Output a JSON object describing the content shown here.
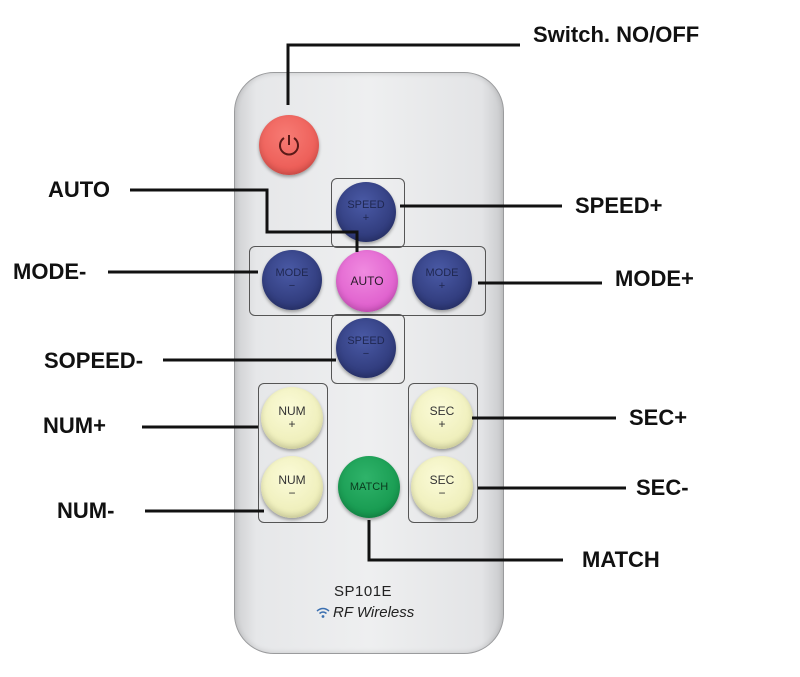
{
  "labels": {
    "switch": "Switch. NO/OFF",
    "auto": "AUTO",
    "speed_plus": "SPEED+",
    "mode_minus": "MODE-",
    "mode_plus": "MODE+",
    "sopeed_minus": "SOPEED-",
    "num_plus": "NUM+",
    "sec_plus": "SEC+",
    "num_minus": "NUM-",
    "sec_minus": "SEC-",
    "match": "MATCH"
  },
  "buttons": {
    "speed_up": {
      "top": "SPEED",
      "bottom": "+"
    },
    "speed_down": {
      "top": "SPEED",
      "bottom": "−"
    },
    "mode_left": {
      "top": "MODE",
      "bottom": "−"
    },
    "mode_right": {
      "top": "MODE",
      "bottom": "+"
    },
    "auto": {
      "top": "AUTO"
    },
    "num_up": {
      "top": "NUM",
      "bottom": "+"
    },
    "num_down": {
      "top": "NUM",
      "bottom": "−"
    },
    "sec_up": {
      "top": "SEC",
      "bottom": "+"
    },
    "sec_down": {
      "top": "SEC",
      "bottom": "−"
    },
    "match": {
      "top": "MATCH"
    }
  },
  "remote": {
    "model": "SP101E",
    "wireless": "RF Wireless"
  },
  "colors": {
    "power": "#ec5c56",
    "speed_mode": "#2f3a7a",
    "auto": "#df5fcd",
    "num_sec": "#eeeeb9",
    "match": "#179a50"
  },
  "icons": [
    "power-icon",
    "wifi-icon"
  ]
}
